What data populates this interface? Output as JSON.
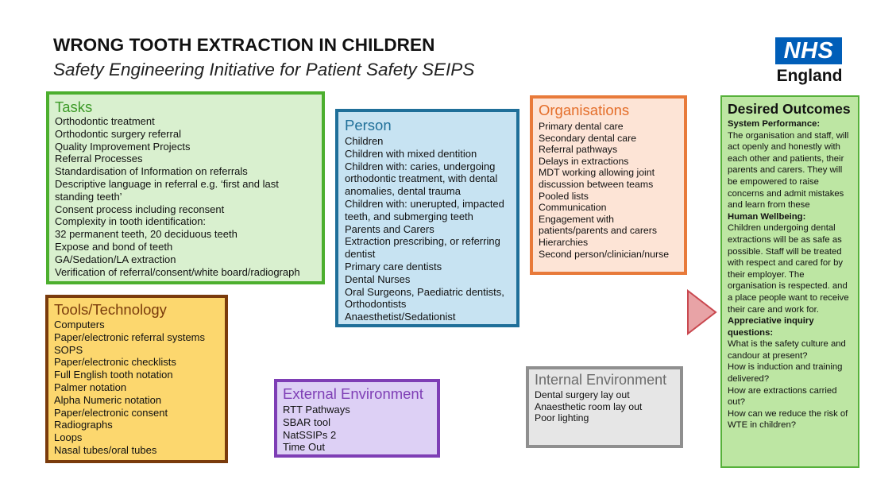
{
  "title": "WRONG TOOTH EXTRACTION IN CHILDREN",
  "subtitle": "Safety Engineering Initiative for Patient Safety SEIPS",
  "logo": {
    "mark": "NHS",
    "sub": "England",
    "color": "#005EB8"
  },
  "tasks": {
    "heading": "Tasks",
    "items": [
      "Orthodontic treatment",
      "Orthodontic surgery referral",
      "Quality Improvement Projects",
      "Referral Processes",
      "Standardisation of Information on referrals",
      "Descriptive language in referral e.g. ‘first and last standing teeth’",
      "Consent process including reconsent",
      "Complexity in tooth identification:",
      "32 permanent teeth, 20 deciduous teeth",
      "Expose and bond of teeth",
      "GA/Sedation/LA extraction",
      "Verification of referral/consent/white board/radiograph"
    ]
  },
  "person": {
    "heading": "Person",
    "items": [
      "Children",
      "Children with mixed dentition",
      "Children with: caries, undergoing orthodontic treatment, with dental anomalies, dental trauma",
      "Children with: unerupted, impacted teeth, and submerging teeth",
      "Parents and Carers",
      "Extraction prescribing, or referring dentist",
      "Primary care dentists",
      "Dental Nurses",
      "Oral Surgeons, Paediatric dentists, Orthodontists",
      "Anaesthetist/Sedationist"
    ]
  },
  "organisations": {
    "heading": "Organisations",
    "items": [
      "Primary dental care",
      "Secondary dental care",
      "Referral pathways",
      "Delays in extractions",
      "MDT working allowing joint discussion between teams",
      "Pooled lists",
      "Communication",
      "Engagement with patients/parents and carers",
      "Hierarchies",
      "Second person/clinician/nurse"
    ]
  },
  "tools": {
    "heading": "Tools/Technology",
    "items": [
      "Computers",
      "Paper/electronic referral systems",
      "SOPS",
      "Paper/electronic checklists",
      "Full English tooth notation",
      "Palmer notation",
      "Alpha Numeric notation",
      "Paper/electronic consent",
      "Radiographs",
      "Loops",
      "Nasal tubes/oral tubes"
    ]
  },
  "external": {
    "heading": "External Environment",
    "items": [
      "RTT Pathways",
      "SBAR tool",
      "NatSSIPs 2",
      "Time Out"
    ]
  },
  "internal": {
    "heading": "Internal Environment",
    "items": [
      "Dental surgery lay out",
      "Anaesthetic room lay out",
      "Poor lighting"
    ]
  },
  "desired": {
    "heading": "Desired Outcomes",
    "system_performance_label": "System Performance:",
    "system_performance_text": "The organisation and staff, will act openly and honestly with each other and patients, their parents and carers. They will be empowered to raise concerns and admit mistakes and learn from these",
    "human_wellbeing_label": "Human Wellbeing:",
    "human_wellbeing_text": "Children undergoing dental extractions will be as safe as possible. Staff will be treated with respect and cared for by their employer. The organisation is respected. and a place people want to receive their care and work for.",
    "appreciative_label": "Appreciative inquiry questions:",
    "questions": [
      "What is the safety culture and candour at present?",
      "How is induction and training delivered?",
      "How are extractions carried out?",
      "How can we reduce the risk of WTE in children?"
    ]
  }
}
